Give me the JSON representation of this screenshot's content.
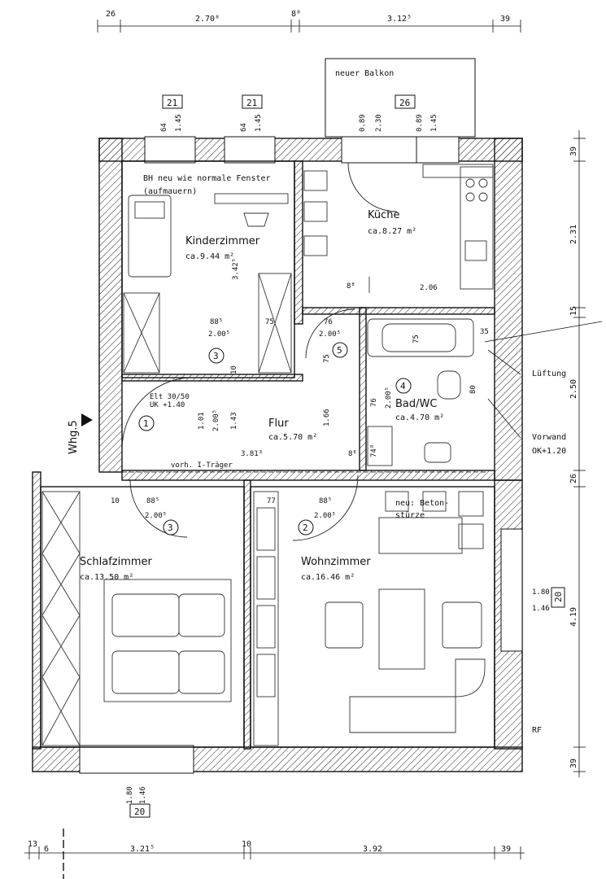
{
  "rooms": {
    "kinderzimmer": {
      "name": "Kinderzimmer",
      "area": "ca.9.44 m²"
    },
    "kueche": {
      "name": "Küche",
      "area": "ca.8.27 m²"
    },
    "bad": {
      "name": "Bad/WC",
      "area": "ca.4.70 m²"
    },
    "flur": {
      "name": "Flur",
      "area": "ca.5.70 m²"
    },
    "schlafzimmer": {
      "name": "Schlafzimmer",
      "area": "ca.13.50 m²"
    },
    "wohnzimmer": {
      "name": "Wohnzimmer",
      "area": "ca.16.46 m²"
    }
  },
  "notes": {
    "balkon": "neuer Balkon",
    "bh_line1": "BH neu wie normale Fenster",
    "bh_line2": "(aufmauern)",
    "lueftung": "Lüftung",
    "vorwand1": "Vorwand",
    "vorwand2": "OK+1.20",
    "elt1": "Elt 30/50",
    "elt2": "UK +1.40",
    "traeger": "vorh. I-Träger",
    "sturz1": "neu: Beton-",
    "sturz2": "stürze",
    "wohnung": "Whg.5",
    "rf": "RF"
  },
  "boxes": {
    "b21a": "21",
    "b21b": "21",
    "b26": "26",
    "b20a": "20",
    "b20b": "20"
  },
  "dims_top": {
    "d1": "26",
    "d2": "2.70⁸",
    "d3": "8⁸",
    "d4": "3.12⁵",
    "d5": "39"
  },
  "dims_bottom": {
    "d1": "13",
    "d2": "6",
    "d3": "3.21⁵",
    "d4": "10",
    "d5": "3.92",
    "d6": "39"
  },
  "dims_right": {
    "d1": "39",
    "d2": "2.31",
    "d3": "15",
    "d4": "2.50",
    "d5": "26",
    "d6": "4.19",
    "d7": "39"
  },
  "window_dims": {
    "w1a": "64",
    "w1b": "1.45",
    "w2a": "64",
    "w2b": "1.45",
    "w3a": "0.89",
    "w3b": "2.30",
    "w4a": "0.89",
    "w4b": "1.45",
    "w5a": "1.80",
    "w5b": "1.46",
    "w6a": "1.80",
    "w6b": "1.46"
  },
  "inner_dims": {
    "kz_h": "3.42⁵",
    "kz_75": "75",
    "d88a": "88⁵",
    "d200a": "2.00⁵",
    "d76a": "76",
    "d200b": "2.00⁵",
    "d75b": "75",
    "d10a": "10",
    "k_8": "8⁸",
    "k_206": "2.06",
    "b_75": "75",
    "b_35": "35",
    "b_80": "80",
    "b_76": "76",
    "b_200": "2.00⁵",
    "f_101": "1.01",
    "f_200": "2.00⁵",
    "f_143": "1.43",
    "f_166": "1.66",
    "f_381": "3.81³",
    "f_748": "74⁸",
    "f_88": "8⁸",
    "s_10": "10",
    "s_885": "88⁵",
    "s_2005": "2.00⁵",
    "w_77": "77",
    "w_885": "88⁵",
    "w_2005": "2.00⁵"
  },
  "door_numbers": {
    "n1": "1",
    "n2": "2",
    "n3a": "3",
    "n3b": "3",
    "n4": "4",
    "n5": "5"
  }
}
